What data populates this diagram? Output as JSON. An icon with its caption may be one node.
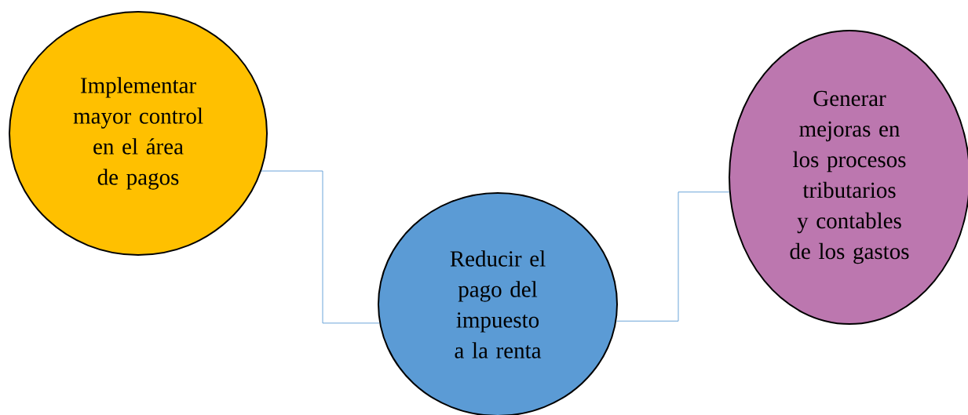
{
  "diagram": {
    "nodes": [
      {
        "text": [
          "Implementar mayor control en el área de pagos"
        ]
      },
      {
        "text": [
          "Reducir el pago del impuesto a la renta"
        ]
      },
      {
        "text": [
          "Generar mejoras en los procesos tributarios y contables de los gastos"
        ]
      }
    ],
    "edges": [
      {
        "from": 0,
        "to": 1,
        "arrow": "none"
      },
      {
        "from": 1,
        "to": 2,
        "arrow": "none"
      }
    ]
  }
}
